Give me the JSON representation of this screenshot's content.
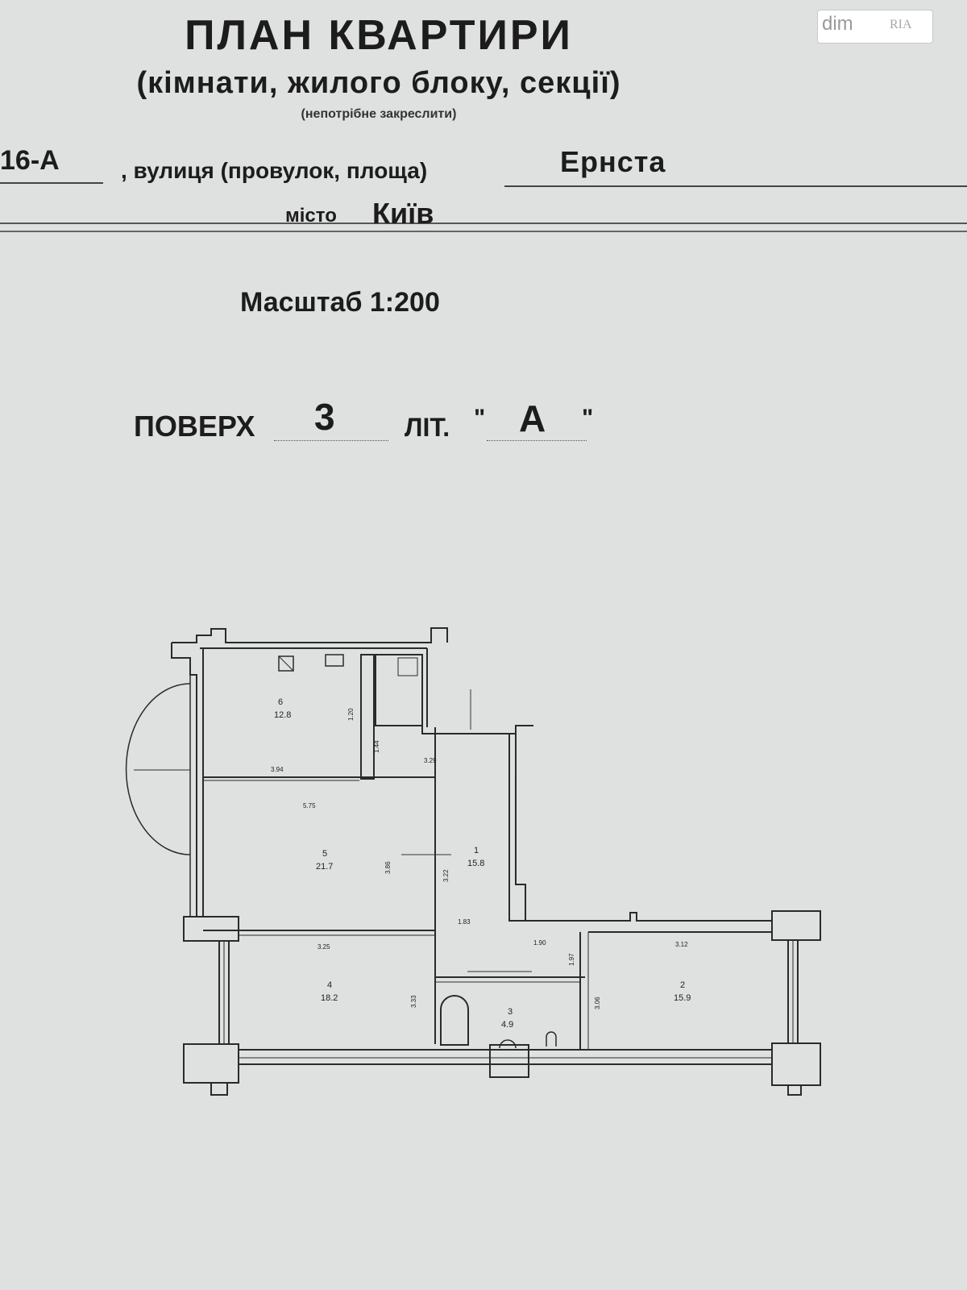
{
  "header": {
    "title": "ПЛАН КВАРТИРИ",
    "subtitle": "(кімнати, жилого блоку, секції)",
    "note": "(непотрібне закреслити)"
  },
  "address": {
    "house": "16-А",
    "street_label": ", вулиця (провулок, площа)",
    "street_value": "Ернста",
    "city_label": "місто",
    "city_value": "Київ"
  },
  "scale": "Масштаб 1:200",
  "floor": {
    "floor_label": "ПОВЕРХ",
    "floor_value": "3",
    "lit_label": "ЛІТ.",
    "lit_open": "\"",
    "lit_value": "А",
    "lit_close": "\""
  },
  "watermark": {
    "text": "dim",
    "sub": "RIA"
  },
  "plan": {
    "rooms": [
      {
        "number": "6",
        "area": "12.8"
      },
      {
        "number": "5",
        "area": "21.7"
      },
      {
        "number": "1",
        "area": "15.8"
      },
      {
        "number": "4",
        "area": "18.2"
      },
      {
        "number": "3",
        "area": "4.9"
      },
      {
        "number": "2",
        "area": "15.9"
      }
    ],
    "dimensions": {
      "d1": "3.94",
      "d2": "5.75",
      "d3": "3.86",
      "d4": "3.25",
      "d5": "3.33",
      "d6": "1.20",
      "d7": "1.44",
      "d8": "3.29",
      "d9": "3.22",
      "d10": "1.83",
      "d11": "1.90",
      "d12": "3.12",
      "d13": "1.97",
      "d14": "3.06"
    }
  }
}
